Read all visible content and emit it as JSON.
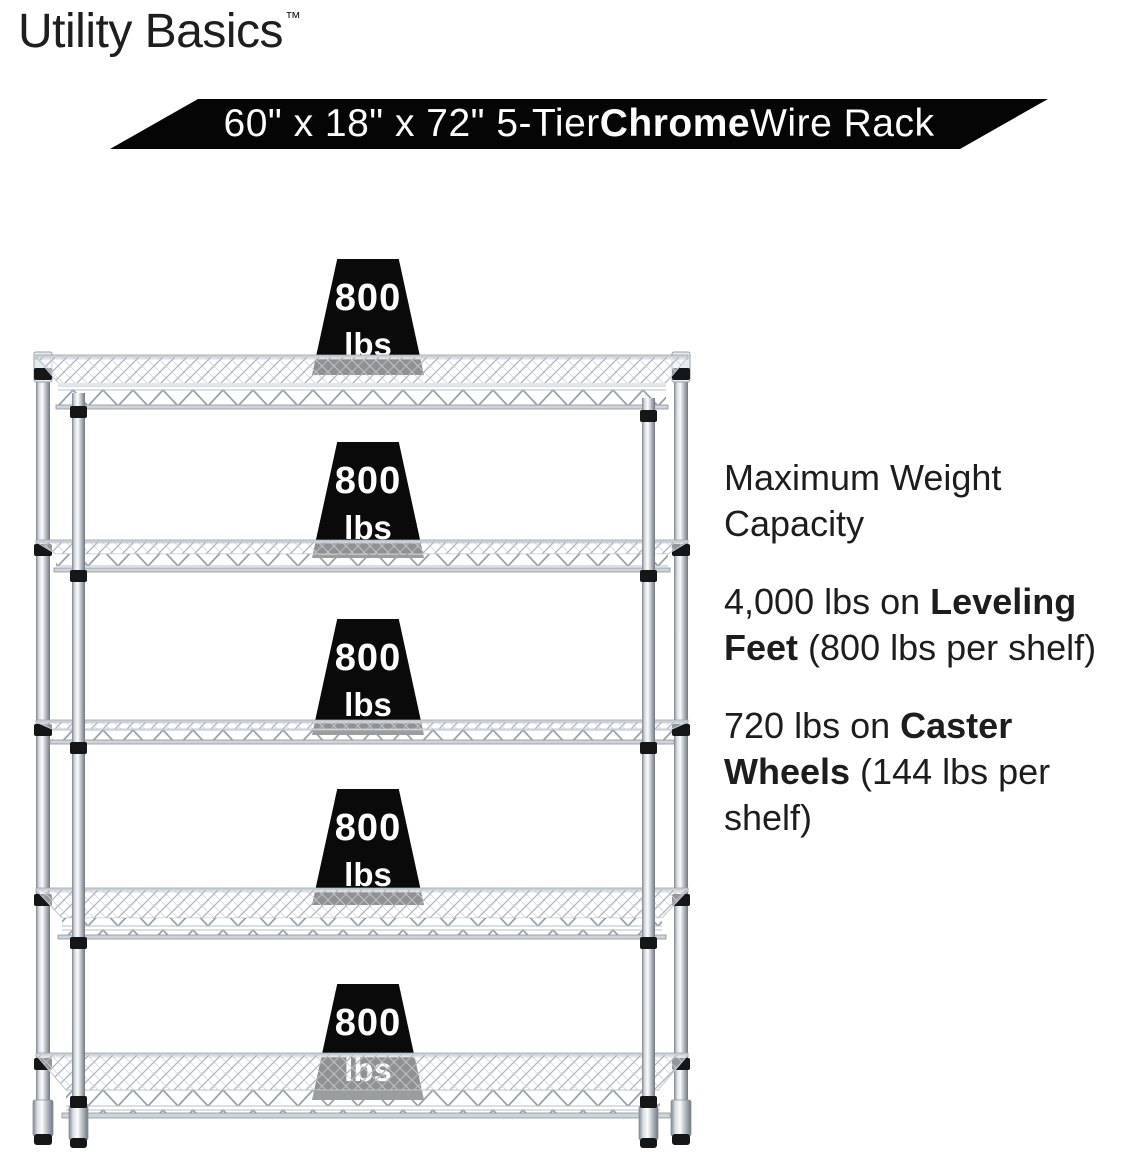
{
  "brand": {
    "name": "Utility Basics",
    "trademark": "™"
  },
  "banner": {
    "title_pre": "60\" x 18\" x 72\" 5-Tier ",
    "title_bold": "Chrome",
    "title_post": " Wire Rack",
    "bg_color": "#050505",
    "text_color": "#ffffff"
  },
  "rack": {
    "tiers": 5,
    "finish": "Chrome",
    "weight_unit": "lbs",
    "weights": [
      "800",
      "800",
      "800",
      "800",
      "800"
    ],
    "marker_bg": "#0a0a0a",
    "marker_text_color": "#ffffff",
    "chrome_light": "#fbfcfd",
    "chrome_mid": "#c3cad1",
    "chrome_dark": "#7f868f",
    "collar_color": "#141618"
  },
  "specs": {
    "heading": "Maximum Weight Capacity",
    "items": [
      {
        "pre": "4,000 lbs on ",
        "bold": "Leveling Feet",
        "post": " (800 lbs per shelf)"
      },
      {
        "pre": "720 lbs on ",
        "bold": "Caster Wheels",
        "post": " (144 lbs per shelf)"
      }
    ],
    "text_color": "#1d1d1d"
  },
  "colors": {
    "background": "#ffffff"
  }
}
